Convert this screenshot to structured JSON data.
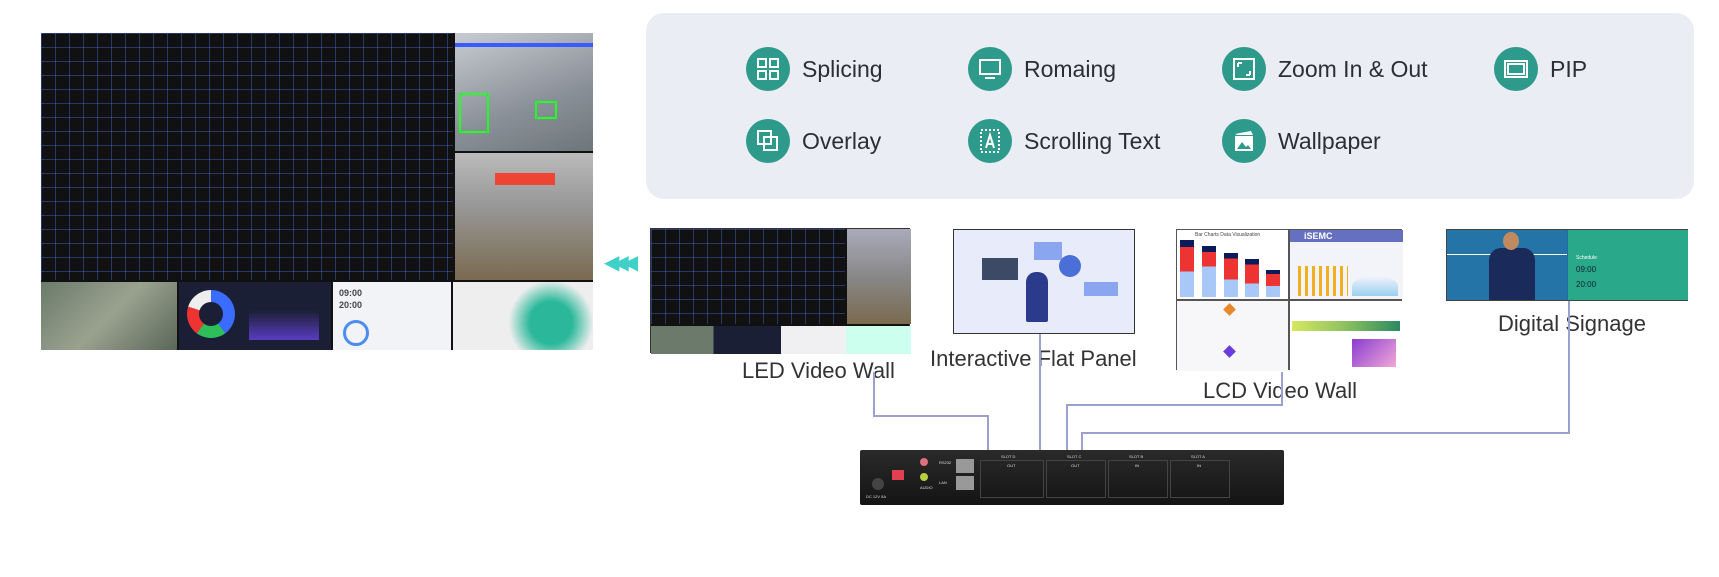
{
  "features": [
    {
      "label": "Splicing",
      "icon": "splicing-icon"
    },
    {
      "label": "Romaing",
      "icon": "roaming-monitor-icon"
    },
    {
      "label": "Zoom In & Out",
      "icon": "zoom-icon"
    },
    {
      "label": "PIP",
      "icon": "pip-icon"
    },
    {
      "label": "Overlay",
      "icon": "overlay-icon"
    },
    {
      "label": "Scrolling Text",
      "icon": "scrolling-text-icon"
    },
    {
      "label": "Wallpaper",
      "icon": "wallpaper-icon"
    }
  ],
  "displays": {
    "led": "LED Video Wall",
    "panel": "Interactive Flat Panel",
    "lcd": "LCD Video Wall",
    "signage": "Digital Signage"
  },
  "screens": {
    "lcd_chart_title": "Bar Charts Data Visualization",
    "lcd_brand": "iSEMC",
    "signage_schedule": "Schedule",
    "signage_times": [
      "09:00",
      "20:00"
    ],
    "dash_times": [
      "09:00",
      "20:00"
    ]
  },
  "device": {
    "slots": [
      "SLOT D",
      "SLOT C",
      "SLOT B",
      "SLOT A"
    ],
    "slot_modes": [
      "OUT",
      "OUT",
      "IN",
      "IN"
    ],
    "ports": [
      "RS232",
      "LAN",
      "AUDIO",
      "DC 12V 5A"
    ]
  },
  "colors": {
    "accent": "#2e9a8c",
    "panel": "#eaedf4",
    "connector": "#9aa0cf",
    "arrow": "#3fd0c8"
  }
}
